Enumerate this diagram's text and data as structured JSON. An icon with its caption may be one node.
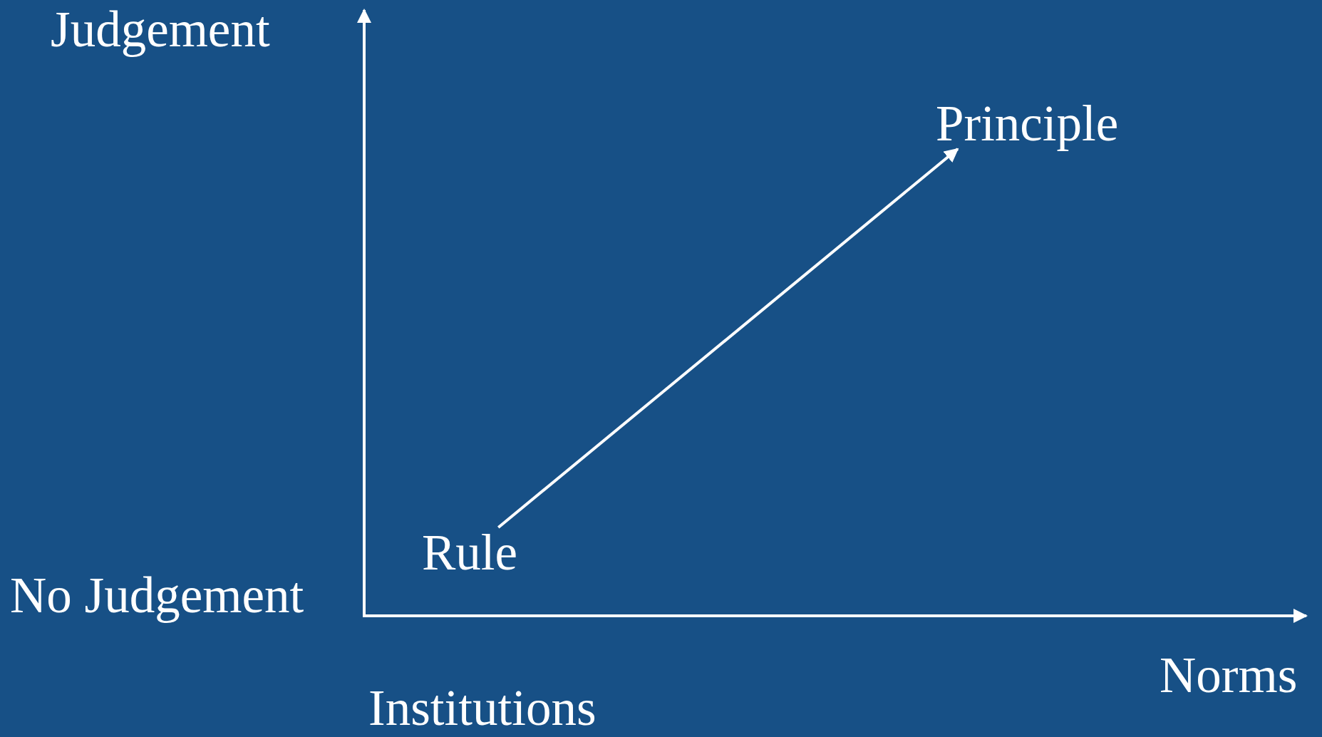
{
  "diagram": {
    "nodes": [
      {
        "text": [
          "Rule"
        ]
      },
      {
        "text": [
          "Principle"
        ]
      }
    ],
    "edges": [
      {
        "from": 0,
        "to": 1,
        "arrow": "to"
      }
    ],
    "labels": [
      "Judgement",
      "No Judgement",
      "Norms",
      "Institutions"
    ]
  }
}
